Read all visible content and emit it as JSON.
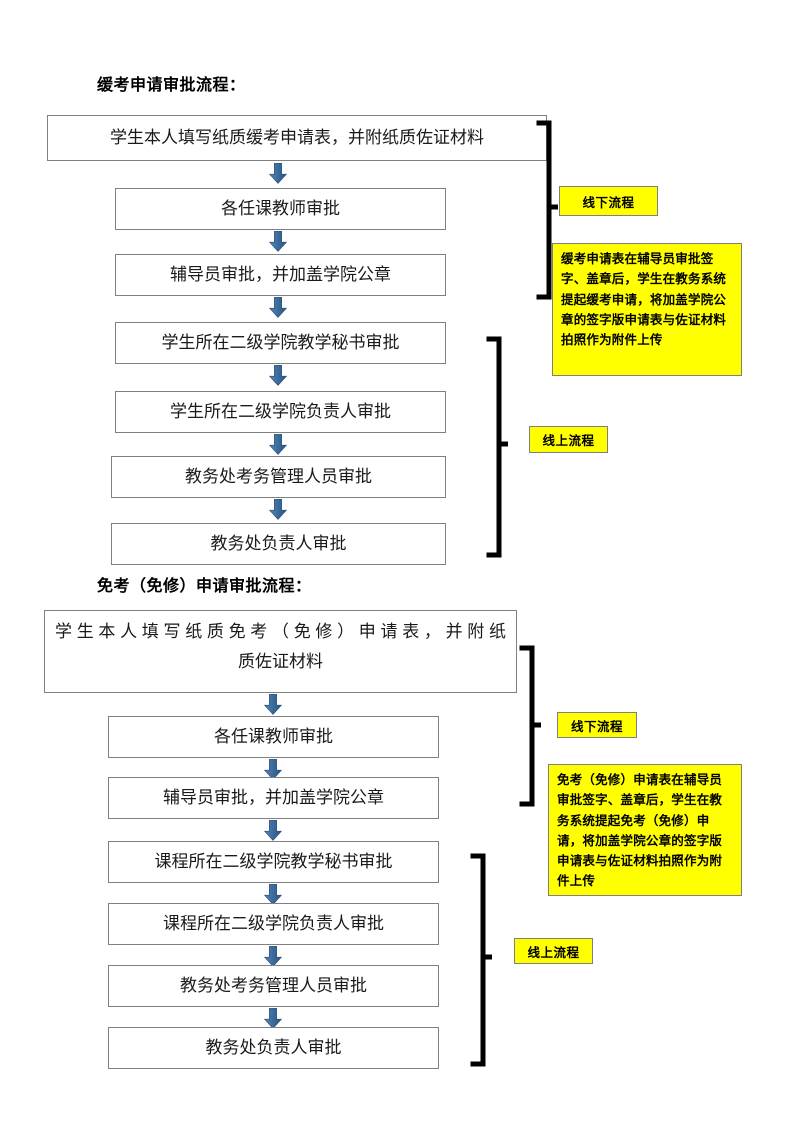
{
  "document": {
    "title": "缓考与免考（免修）申请审批流程图"
  },
  "sections": [
    {
      "id": "deferred-exam",
      "heading": "缓考申请审批流程：",
      "nodes": [
        {
          "id": "n1",
          "label": "学生本人填写纸质缓考申请表，并附纸质佐证材料"
        },
        {
          "id": "n2",
          "label": "各任课教师审批"
        },
        {
          "id": "n3",
          "label": "辅导员审批，并加盖学院公章"
        },
        {
          "id": "n4",
          "label": "学生所在二级学院教学秘书审批"
        },
        {
          "id": "n5",
          "label": "学生所在二级学院负责人审批"
        },
        {
          "id": "n6",
          "label": "教务处考务管理人员审批"
        },
        {
          "id": "n7",
          "label": "教务处负责人审批"
        }
      ],
      "tags": [
        {
          "id": "offline",
          "label": "线下流程"
        },
        {
          "id": "online",
          "label": "线上流程"
        }
      ],
      "note": "缓考申请表在辅导员审批签字、盖章后，学生在教务系统提起缓考申请，将加盖学院公章的签字版申请表与佐证材料拍照作为附件上传"
    },
    {
      "id": "exam-exemption",
      "heading": "免考（免修）申请审批流程：",
      "nodes": [
        {
          "id": "m1",
          "label": "学生本人填写纸质免考（免修）申请表，并附纸质佐证材料",
          "line1": "学生本人填写纸质免考（免修）申请表，并附纸",
          "line2": "质佐证材料"
        },
        {
          "id": "m2",
          "label": "各任课教师审批"
        },
        {
          "id": "m3",
          "label": "辅导员审批，并加盖学院公章"
        },
        {
          "id": "m4",
          "label": "课程所在二级学院教学秘书审批"
        },
        {
          "id": "m5",
          "label": "课程所在二级学院负责人审批"
        },
        {
          "id": "m6",
          "label": "教务处考务管理人员审批"
        },
        {
          "id": "m7",
          "label": "教务处负责人审批"
        }
      ],
      "tags": [
        {
          "id": "offline",
          "label": "线下流程"
        },
        {
          "id": "online",
          "label": "线上流程"
        }
      ],
      "note": "免考（免修）申请表在辅导员审批签字、盖章后，学生在教务系统提起免考（免修）申请，将加盖学院公章的签字版申请表与佐证材料拍照作为附件上传"
    }
  ],
  "colors": {
    "highlight": "#FFFF00",
    "arrow_fill": "#3C6E9E",
    "arrow_dark": "#2E5B86",
    "box_border": "#808080",
    "bracket": "#000000"
  },
  "icons": {
    "arrow": "down-block-arrow-icon",
    "bracket": "right-square-bracket-icon"
  }
}
